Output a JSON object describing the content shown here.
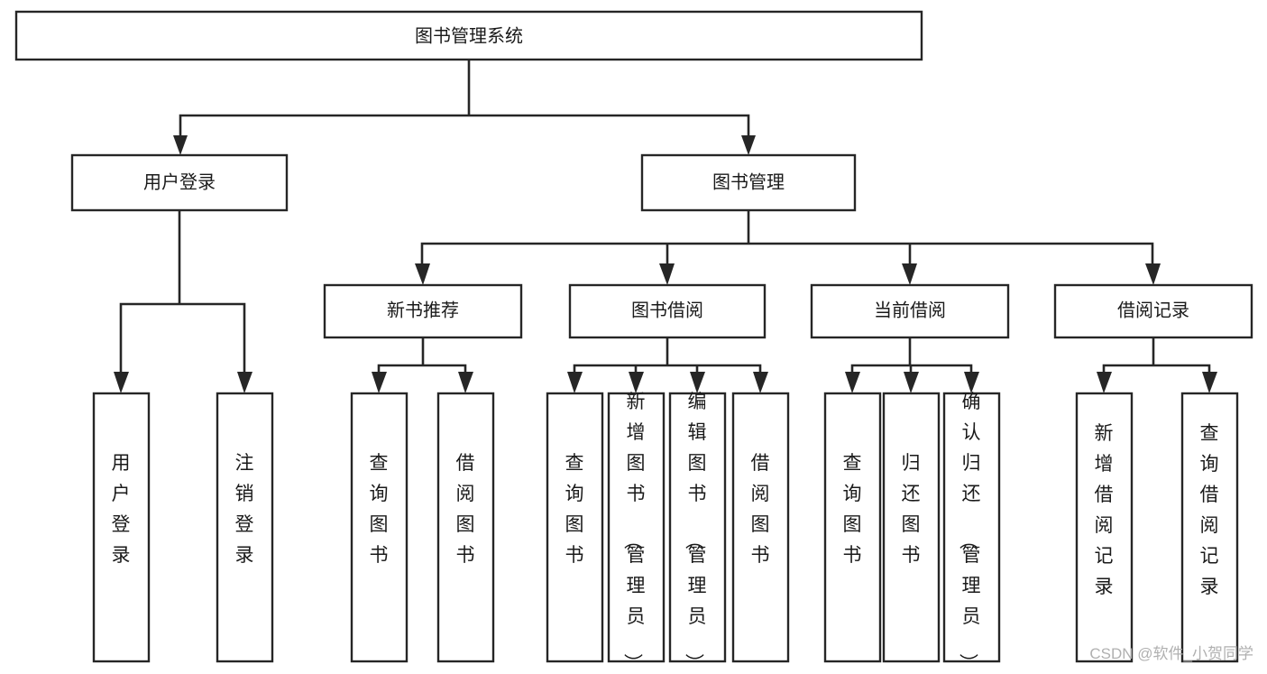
{
  "diagram": {
    "title": "图书管理系统",
    "type": "tree-hierarchy",
    "root": {
      "id": "root",
      "label": "图书管理系统",
      "orientation": "horizontal"
    },
    "level2": [
      {
        "id": "user-login",
        "label": "用户登录",
        "orientation": "horizontal"
      },
      {
        "id": "book-manage",
        "label": "图书管理",
        "orientation": "horizontal"
      }
    ],
    "level3": [
      {
        "id": "new-book-rec",
        "label": "新书推荐",
        "orientation": "horizontal",
        "parent": "book-manage"
      },
      {
        "id": "book-borrow",
        "label": "图书借阅",
        "orientation": "horizontal",
        "parent": "book-manage"
      },
      {
        "id": "current-borrow",
        "label": "当前借阅",
        "orientation": "horizontal",
        "parent": "book-manage"
      },
      {
        "id": "borrow-record",
        "label": "借阅记录",
        "orientation": "horizontal",
        "parent": "book-manage"
      }
    ],
    "leaves": {
      "user-login": [
        {
          "id": "leaf-user-login",
          "label": "用户登录",
          "orientation": "vertical"
        },
        {
          "id": "leaf-user-logout",
          "label": "注销登录",
          "orientation": "vertical"
        }
      ],
      "new-book-rec": [
        {
          "id": "leaf-query-book-1",
          "label": "查询图书",
          "orientation": "vertical"
        },
        {
          "id": "leaf-borrow-book-1",
          "label": "借阅图书",
          "orientation": "vertical"
        }
      ],
      "book-borrow": [
        {
          "id": "leaf-query-book-2",
          "label": "查询图书",
          "orientation": "vertical"
        },
        {
          "id": "leaf-add-book",
          "label": "新增图书（管理员）",
          "orientation": "vertical"
        },
        {
          "id": "leaf-edit-book",
          "label": "编辑图书（管理员）",
          "orientation": "vertical"
        },
        {
          "id": "leaf-borrow-book-2",
          "label": "借阅图书",
          "orientation": "vertical"
        }
      ],
      "current-borrow": [
        {
          "id": "leaf-query-book-3",
          "label": "查询图书",
          "orientation": "vertical"
        },
        {
          "id": "leaf-return-book",
          "label": "归还图书",
          "orientation": "vertical"
        },
        {
          "id": "leaf-confirm-return",
          "label": "确认归还（管理员）",
          "orientation": "vertical"
        }
      ],
      "borrow-record": [
        {
          "id": "leaf-add-record",
          "label": "新增借阅记录",
          "orientation": "vertical"
        },
        {
          "id": "leaf-query-record",
          "label": "查询借阅记录",
          "orientation": "vertical"
        }
      ]
    }
  },
  "watermark": {
    "text": "CSDN @软件_小贺同学"
  },
  "colors": {
    "background": "#ffffff",
    "box_stroke": "#262626",
    "box_fill": "#ffffff",
    "text": "#1a1a1a",
    "watermark": "#b0b0b0"
  }
}
